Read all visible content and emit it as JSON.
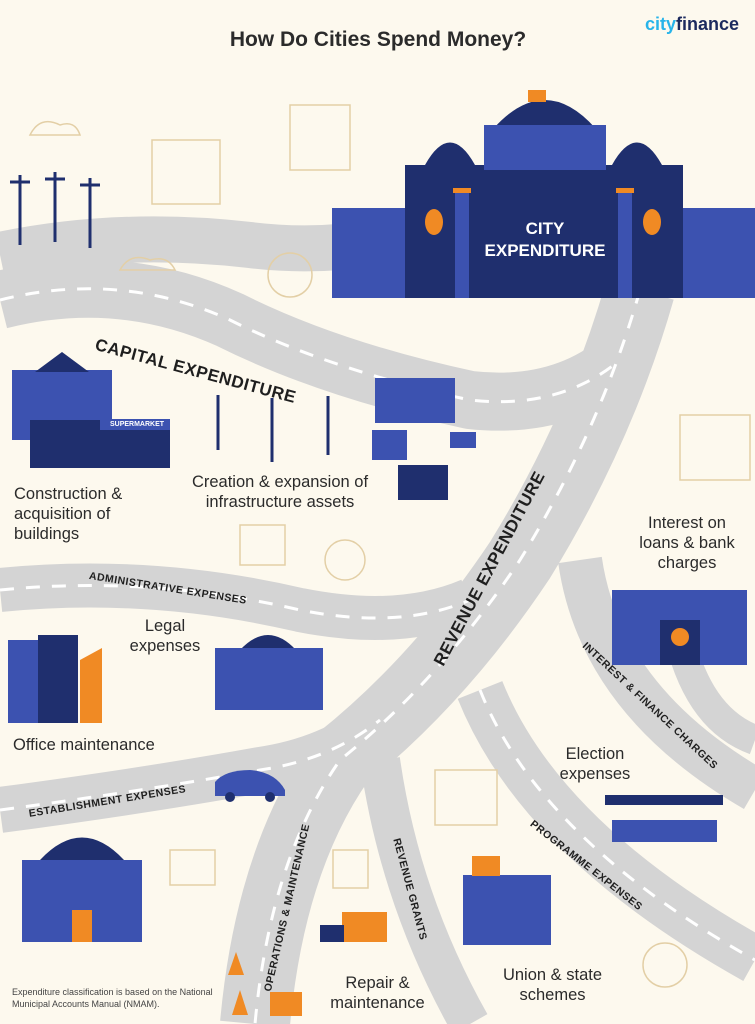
{
  "header": {
    "title": "How Do Cities Spend Money?",
    "logo_part1": "city",
    "logo_part2": "finance"
  },
  "center": {
    "building_line1": "CITY",
    "building_line2": "EXPENDITURE"
  },
  "roads": {
    "capital": "Capital Expenditure",
    "revenue": "Revenue Expenditure",
    "administrative": "Administrative Expenses",
    "establishment": "Establishment Expenses",
    "operations": "Operations & Maintenance",
    "revenue_grants": "Revenue Grants",
    "interest": "Interest & Finance Charges",
    "programme": "Programme Expenses"
  },
  "categories": {
    "buildings": "Construction & acquisition of buildings",
    "infrastructure": "Creation & expansion of infrastructure assets",
    "interest": "Interest on loans & bank charges",
    "legal": "Legal expenses",
    "office": "Office maintenance",
    "election": "Election expenses",
    "repair": "Repair & maintenance",
    "union": "Union & state schemes"
  },
  "signs": {
    "supermarket": "SUPERMARKET"
  },
  "footnote": "Expenditure classification is based on the National Municipal Accounts Manual (NMAM).",
  "colors": {
    "road": "#d4d4d4",
    "building_dark": "#1f2f6e",
    "building": "#3c52b0",
    "accent": "#f08a24",
    "background": "#fdf9ee"
  }
}
